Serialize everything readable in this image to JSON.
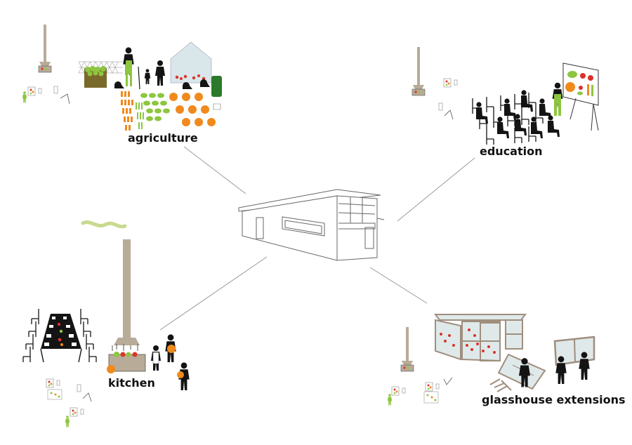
{
  "labels": {
    "agriculture": "agriculture",
    "education": "education",
    "kitchen": "kitchen",
    "glasshouse": "glasshouse extensions"
  },
  "colors": {
    "line": "#9a9a9a",
    "building": "#666666",
    "chimney": "#b8ab98",
    "smoke": "#c9d98f",
    "silhouette": "#141414",
    "green": "#8dc63f",
    "pumpkin": "#f08a1c",
    "red": "#d9342b",
    "frame": "#a08e7e",
    "glass": "#dfe9ea"
  },
  "icons": [
    "building",
    "chimney",
    "greenhouse",
    "pumpkin",
    "cabbage",
    "person",
    "chair",
    "table",
    "whiteboard",
    "glasshouse"
  ]
}
